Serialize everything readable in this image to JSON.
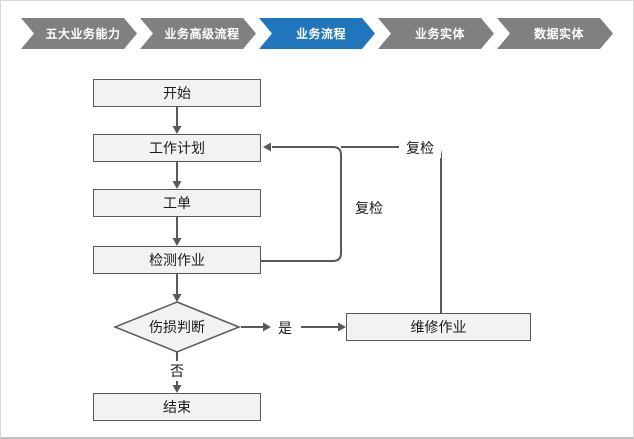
{
  "nav": {
    "items": [
      {
        "label": "五大业务能力",
        "active": false
      },
      {
        "label": "业务高级流程",
        "active": false
      },
      {
        "label": "业务流程",
        "active": true
      },
      {
        "label": "业务实体",
        "active": false
      },
      {
        "label": "数据实体",
        "active": false
      }
    ],
    "active_color": "#1f76bc",
    "inactive_color": "#808080"
  },
  "flowchart": {
    "nodes": {
      "start": "开始",
      "plan": "工作计划",
      "order": "工单",
      "inspect": "检测作业",
      "decision": "伤损判断",
      "repair": "维修作业",
      "end": "结束"
    },
    "labels": {
      "yes": "是",
      "no": "否",
      "recheck_inner": "复检",
      "recheck_outer": "复检"
    },
    "colors": {
      "node_fill": "#f2f2f2",
      "node_border": "#595959",
      "connector": "#595959"
    }
  }
}
